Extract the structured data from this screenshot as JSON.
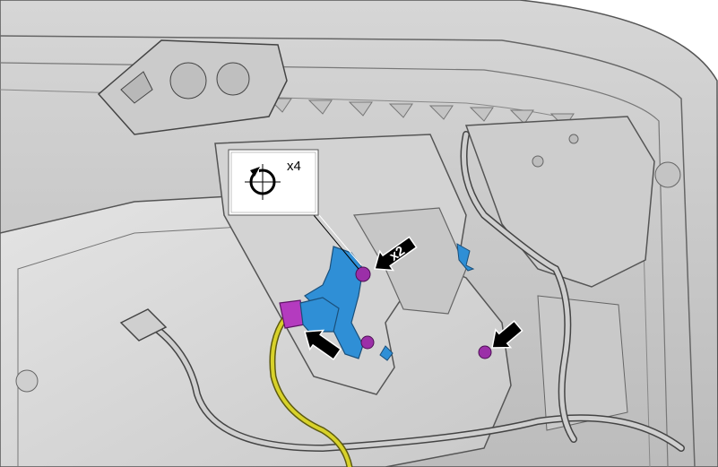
{
  "callout": {
    "icon": "rotate-clockwise-icon",
    "quantity": "x4"
  },
  "arrows": [
    {
      "name": "arrow-upper-fastener",
      "label": "x2"
    },
    {
      "name": "arrow-lower-fastener",
      "label": ""
    },
    {
      "name": "arrow-right-fastener",
      "label": ""
    }
  ],
  "colors": {
    "panel": "#d9d9d9",
    "panel_dark": "#a6a6a6",
    "outline": "#5a5a5a",
    "bracket": "#2f8fd6",
    "connector": "#b43bbf",
    "fastener": "#9b2fa8",
    "wire": "#c8c21e",
    "arrow": "#000000"
  }
}
